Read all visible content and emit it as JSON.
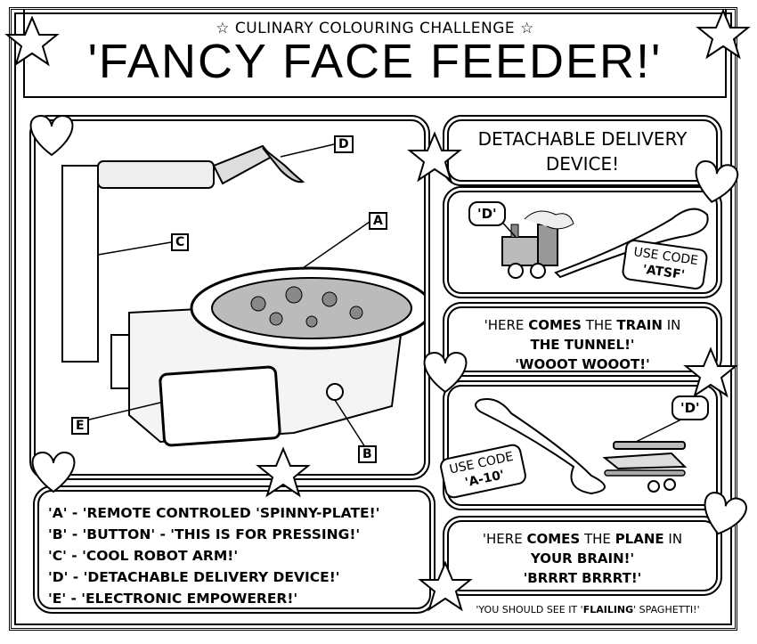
{
  "header": {
    "subtitle": "☆ CULINARY COLOURING CHALLENGE ☆",
    "title": "'FANCY FACE FEEDER!'"
  },
  "diagram": {
    "labels": [
      "A",
      "B",
      "C",
      "D",
      "E"
    ]
  },
  "legend": {
    "items": [
      "'A' - 'REMOTE CONTROLED 'SPINNY-PLATE!'",
      "'B' - 'BUTTON' - 'THIS IS FOR PRESSING!'",
      "'C' - 'COOL ROBOT ARM!'",
      "'D' - 'DETACHABLE DELIVERY DEVICE!'",
      "'E' - 'ELECTRONIC EMPOWERER!'"
    ]
  },
  "right": {
    "heading_line1": "DETACHABLE DELIVERY",
    "heading_line2": "DEVICE!",
    "train": {
      "tag": "'D'",
      "code_line1": "USE CODE",
      "code_line2": "'ATSF'",
      "speech": {
        "p1": "'HERE ",
        "b1": "COMES",
        "p2": " THE ",
        "b2": "TRAIN",
        "p3": " IN",
        "line2": "THE TUNNEL!'",
        "line3": "'WOOOT WOOOT!'"
      }
    },
    "plane": {
      "tag": "'D'",
      "code_line1": "USE CODE",
      "code_line2": "'A-10'",
      "speech": {
        "p1": "'HERE ",
        "b1": "COMES",
        "p2": " THE ",
        "b2": "PLANE",
        "p3": " IN",
        "line2": "YOUR BRAIN!'",
        "line3": "'BRRRT BRRRT!'"
      }
    },
    "footer": {
      "p1": "'YOU SHOULD SEE IT '",
      "b": "FLAILING",
      "p2": "' SPAGHETTI!'"
    }
  }
}
